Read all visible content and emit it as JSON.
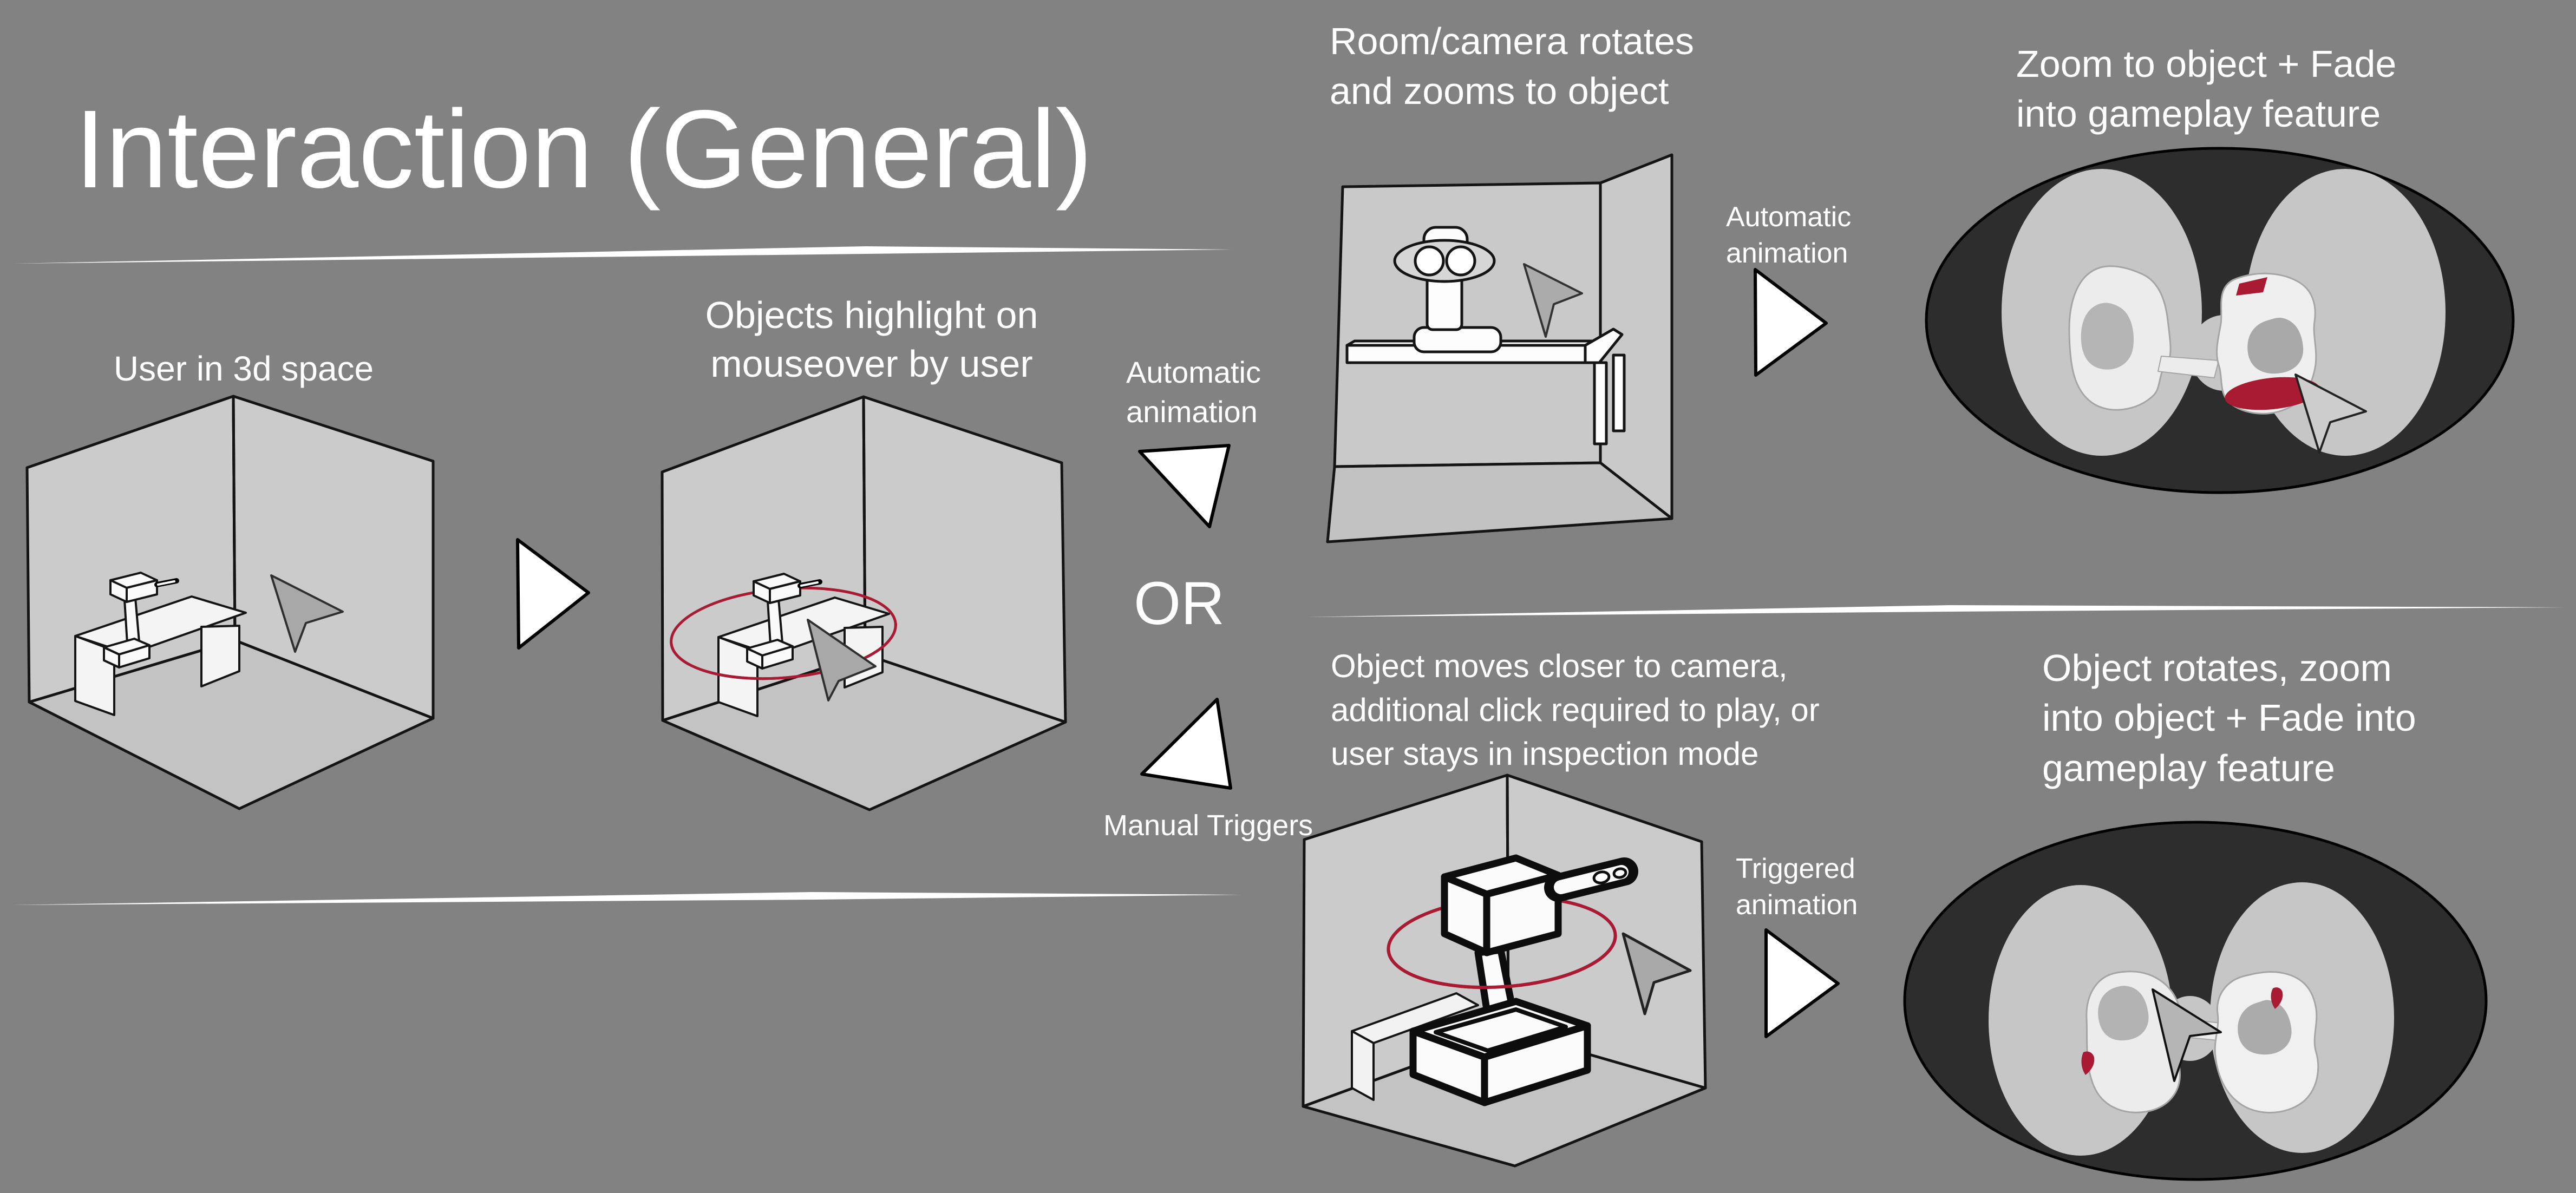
{
  "title": "Interaction (General)",
  "colors": {
    "background": "#828282",
    "text": "#ffffff",
    "wall": "#cbcbcb",
    "floor": "#c3c3c3",
    "furniture": "#f4f4f4",
    "outline": "#141414",
    "heavy_outline": "#0d0d0d",
    "oval_bg": "#2d2d2d",
    "lens_gray": "#c6c6c6",
    "blob_light": "#ececec",
    "blob_inner_gray": "#b0b0b0",
    "accent_red": "#a81b33",
    "cursor_gray": "#a8a8a8",
    "divider": "#ffffff"
  },
  "panels": {
    "room1": {
      "label": "User in 3d space"
    },
    "room2": {
      "label": "Objects highlight on\nmouseover by user"
    },
    "fork": {
      "automatic_label": "Automatic\nanimation",
      "or_label": "OR",
      "manual_label": "Manual Triggers"
    },
    "flow_auto": {
      "room_label": "Room/camera rotates\nand zooms to object",
      "arrow_label": "Automatic\nanimation",
      "result_label": "Zoom to object + Fade\ninto gameplay feature"
    },
    "flow_manual": {
      "room_label": "Object moves closer to camera,\nadditional click required to play, or\nuser stays in inspection mode",
      "arrow_label": "Triggered\nanimation",
      "result_label": "Object rotates, zoom\ninto object + Fade into\ngameplay feature"
    }
  }
}
